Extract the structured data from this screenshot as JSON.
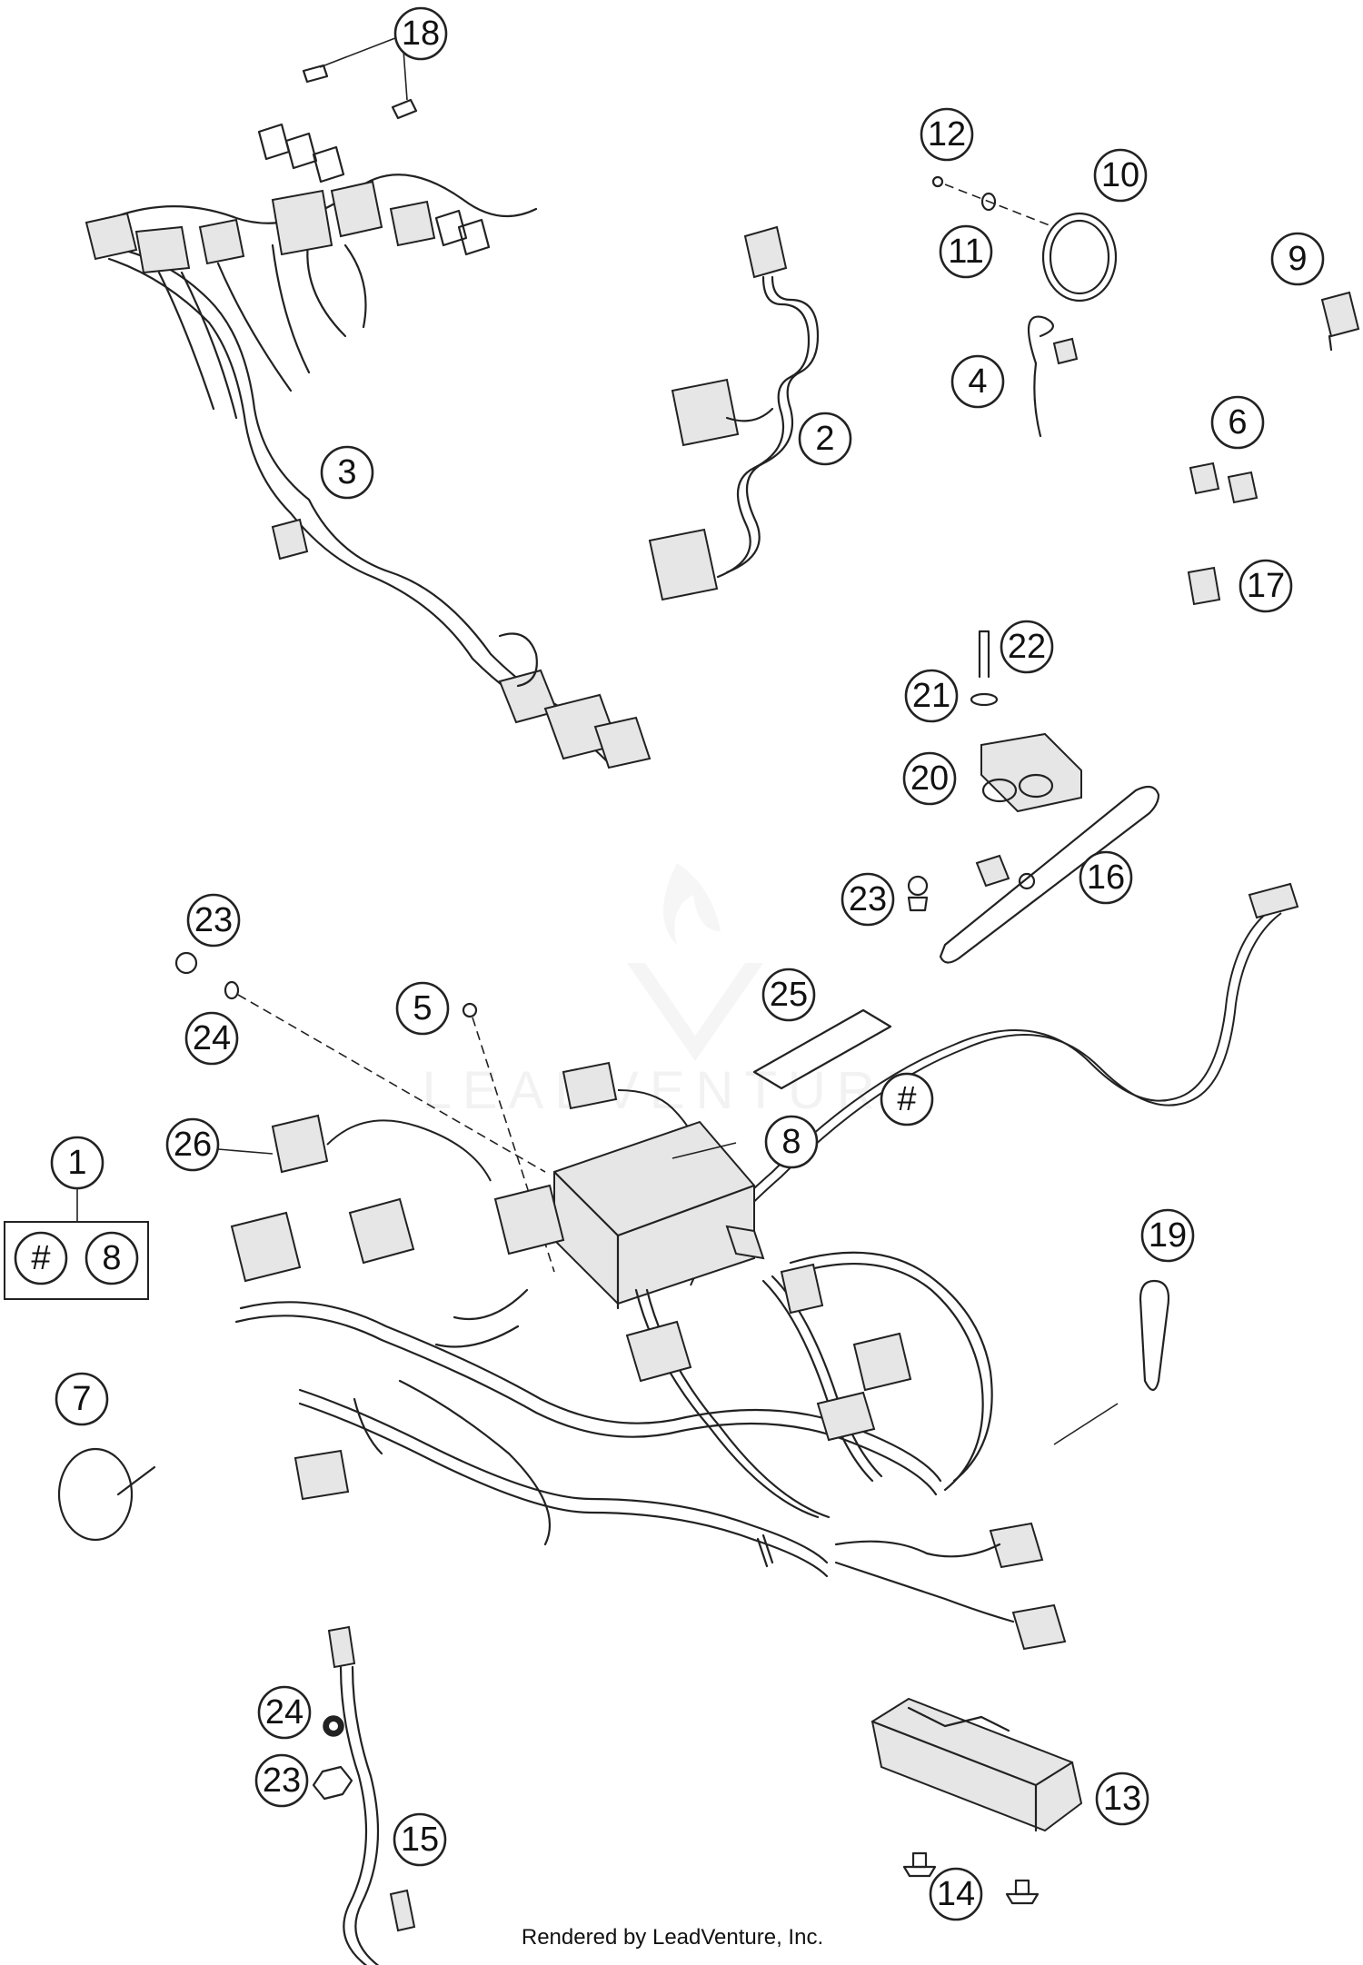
{
  "callouts": [
    "18",
    "12",
    "10",
    "11",
    "9",
    "2",
    "4",
    "3",
    "6",
    "17",
    "22",
    "21",
    "20",
    "16",
    "23",
    "23",
    "24",
    "5",
    "25",
    "#",
    "26",
    "8",
    "1",
    "#",
    "8",
    "19",
    "7",
    "24",
    "23",
    "15",
    "13",
    "14"
  ],
  "watermark": "LEADVENTURE",
  "credit": "Rendered by LeadVenture, Inc."
}
